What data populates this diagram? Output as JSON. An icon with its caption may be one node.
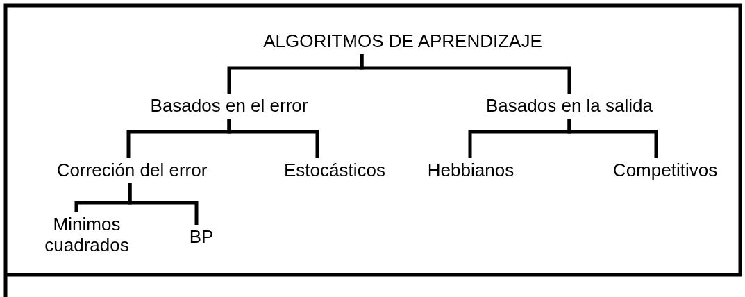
{
  "diagram": {
    "nodes": [
      {
        "text": [
          "ALGORITMOS DE APRENDIZAJE"
        ]
      },
      {
        "text": [
          "Basados en el error"
        ]
      },
      {
        "text": [
          "Basados en la salida"
        ]
      },
      {
        "text": [
          "Correción del error"
        ]
      },
      {
        "text": [
          "Estocásticos"
        ]
      },
      {
        "text": [
          "Hebbianos"
        ]
      },
      {
        "text": [
          "Competitivos"
        ]
      },
      {
        "text": [
          "Minimos cuadrados"
        ]
      },
      {
        "text": [
          "BP"
        ]
      }
    ],
    "edges": [
      {
        "from": 0,
        "to": 1,
        "arrow": "none"
      },
      {
        "from": 0,
        "to": 2,
        "arrow": "none"
      },
      {
        "from": 1,
        "to": 3,
        "arrow": "none"
      },
      {
        "from": 1,
        "to": 4,
        "arrow": "none"
      },
      {
        "from": 2,
        "to": 5,
        "arrow": "none"
      },
      {
        "from": 2,
        "to": 6,
        "arrow": "none"
      },
      {
        "from": 3,
        "to": 7,
        "arrow": "none"
      },
      {
        "from": 3,
        "to": 8,
        "arrow": "none"
      }
    ]
  }
}
